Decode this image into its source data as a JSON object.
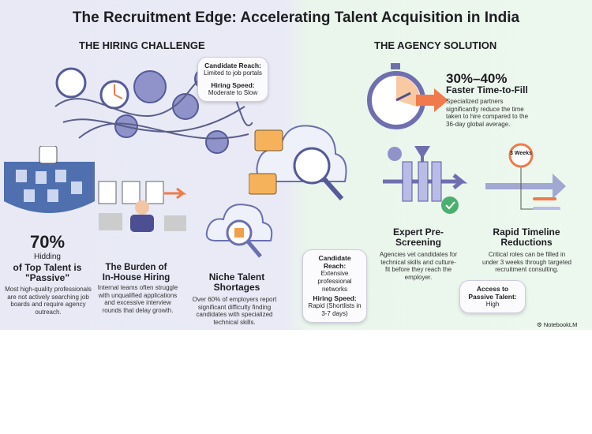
{
  "title": "The Recruitment Edge: Accelerating Talent Acquisition in India",
  "left": {
    "heading": "THE HIRING CHALLENGE",
    "reach_box": {
      "reach_label": "Candidate Reach:",
      "reach_value": "Limited to job portals",
      "speed_label": "Hiring Speed:",
      "speed_value": "Moderate to Slow"
    },
    "passive": {
      "stat": "70%",
      "sub": "Hidding",
      "title": "of Top Talent is \"Passive\"",
      "text": "Most high-quality professionals are not actively searching job boards and require agency outreach."
    },
    "burden": {
      "title": "The Burden of In-House Hiring",
      "text": "Internal teams often struggle with unqualified applications and excessive interview rounds that delay growth."
    },
    "niche": {
      "title": "Niche Talent Shortages",
      "text": "Over 60% of employers report significant difficulty finding candidates with specialized technical skills."
    }
  },
  "right": {
    "heading": "THE AGENCY SOLUTION",
    "faster": {
      "stat": "30%–40%",
      "title": "Faster Time-to-Fill",
      "text": "Specialized partners significantly reduce the time taken to hire compared to the 36-day global average."
    },
    "screening": {
      "title": "Expert Pre-Screening",
      "text": "Agencies vet candidates for technical skills and culture-fit before they reach the employer."
    },
    "timeline": {
      "badge": "3 Weeks",
      "title": "Rapid Timeline Reductions",
      "text": "Critical roles can be filled in under 3 weeks through targeted recruitment consulting."
    },
    "reach_box": {
      "reach_label": "Candidate Reach:",
      "reach_value": "Extensive professional networks",
      "speed_label": "Hiring Speed:",
      "speed_value": "Rapid (Shortlists in 3-7 days)"
    },
    "passive_box": {
      "label": "Access to Passive Talent:",
      "value": "High"
    }
  },
  "footer": {
    "brand": "NotebookLM"
  },
  "colors": {
    "accent_orange": "#f07a4a",
    "purple": "#6f6fb0",
    "green": "#4caf70"
  }
}
